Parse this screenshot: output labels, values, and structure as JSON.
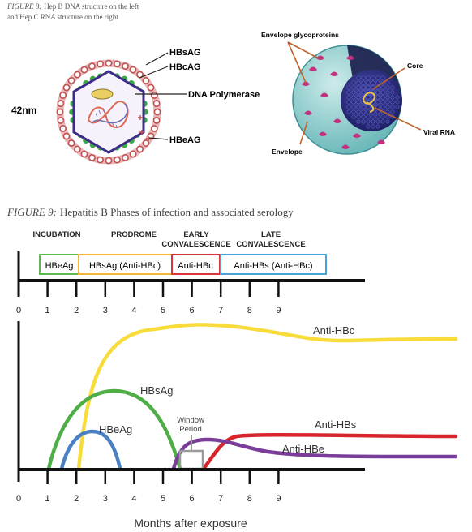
{
  "figure8": {
    "caption_label": "FIGURE 8:",
    "caption_line1": "Hep B DNA structure on the left",
    "caption_line2": "and Hep C RNA structure on the right",
    "hepb_labels": {
      "hbsag": "HBsAG",
      "hbcag": "HBcAG",
      "dna_polymerase": "DNA Polymerase",
      "hbeag": "HBeAG",
      "size": "42nm"
    },
    "hepc_labels": {
      "envelope_glycoproteins": "Envelope glycoproteins",
      "core": "Core",
      "viral_rna": "Viral RNA",
      "envelope": "Envelope"
    }
  },
  "figure9": {
    "caption_label": "FIGURE 9:",
    "caption_text": "Hepatitis B Phases of infection and associated serology",
    "phases": [
      "INCUBATION",
      "PRODROME",
      "EARLY",
      "CONVALESCENCE",
      "LATE",
      "CONVALESCENCE"
    ],
    "boxes": [
      {
        "label": "HBeAg",
        "color": "#5db84e"
      },
      {
        "label": "HBsAg (Anti-HBc)",
        "color": "#f2b735"
      },
      {
        "label": "Anti-HBc",
        "color": "#d9343a"
      },
      {
        "label": "Anti-HBs (Anti-HBc)",
        "color": "#4aa3d6"
      }
    ],
    "ticks": [
      "0",
      "1",
      "2",
      "3",
      "4",
      "5",
      "6",
      "7",
      "8",
      "9"
    ],
    "xlabel": "Months after exposure",
    "curve_labels": {
      "anti_hbc": "Anti-HBc",
      "hbsag": "HBsAg",
      "hbeag": "HBeAg",
      "window": "Window",
      "period": "Period",
      "anti_hbs": "Anti-HBs",
      "anti_hbe": "Anti-HBe"
    },
    "colors": {
      "anti_hbc": "#f7dc3c",
      "hbsag": "#4fae45",
      "hbeag": "#4b80c4",
      "anti_hbs": "#d7252b",
      "anti_hbe": "#7a3d9a",
      "window": "#9a9a9a"
    }
  }
}
